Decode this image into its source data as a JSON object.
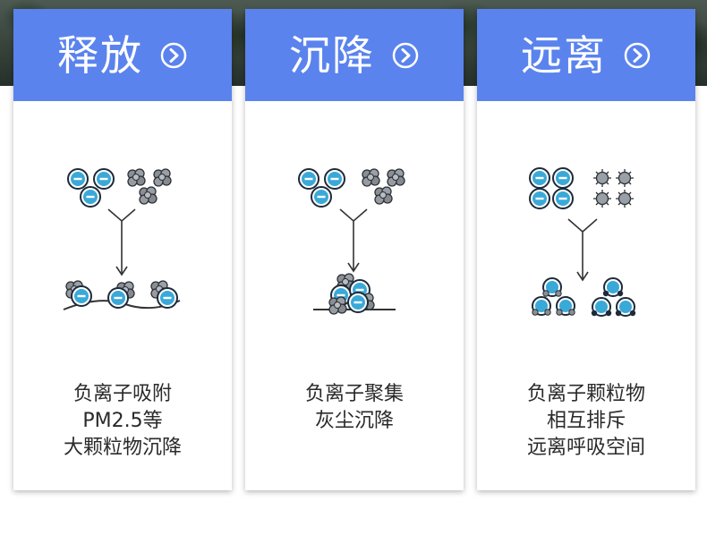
{
  "cards": [
    {
      "title": "释放",
      "caption": [
        "负离子吸附",
        "PM2.5等",
        "大颗粒物沉降"
      ]
    },
    {
      "title": "沉降",
      "caption": [
        "负离子聚集",
        "灰尘沉降"
      ]
    },
    {
      "title": "远离",
      "caption": [
        "负离子颗粒物",
        "相互排斥",
        "远离呼吸空间"
      ]
    }
  ],
  "colors": {
    "header": "#5a83ee",
    "ion": "#3aa9d8",
    "particle": "#8a8f96"
  },
  "icons": {
    "header_arrow": "circle-chevron-right-icon",
    "ion": "negative-ion-icon",
    "particle": "dust-particle-icon"
  }
}
